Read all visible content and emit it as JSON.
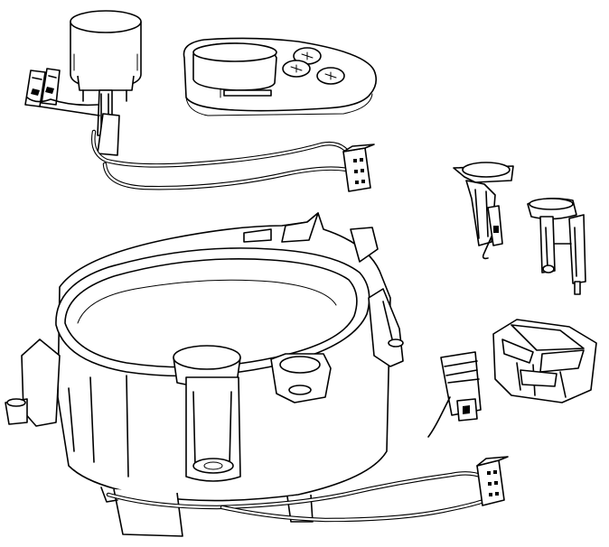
{
  "figure": {
    "background_color": "#ffffff",
    "line_color": "#000000",
    "components": [
      {
        "id": "motor-assembly",
        "icon": "motor-icon"
      },
      {
        "id": "control-panel",
        "icon": "control-panel-icon"
      },
      {
        "id": "upper-wiring-harness",
        "icon": "wire-harness-icon"
      },
      {
        "id": "lid-switch-large",
        "icon": "switch-icon"
      },
      {
        "id": "lid-switch-small",
        "icon": "switch-icon"
      },
      {
        "id": "bracket-clip",
        "icon": "bracket-icon"
      },
      {
        "id": "terminal-connector-small",
        "icon": "connector-icon"
      },
      {
        "id": "base-housing",
        "icon": "housing-icon"
      },
      {
        "id": "lower-wiring-harness",
        "icon": "wire-harness-icon"
      }
    ]
  }
}
